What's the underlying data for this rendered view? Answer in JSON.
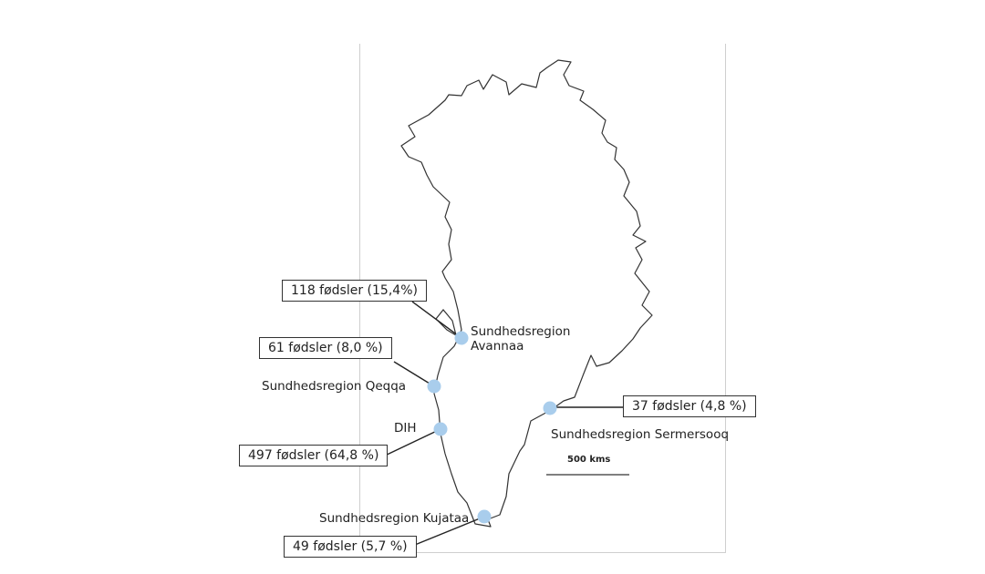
{
  "regions": [
    {
      "id": "avannaa",
      "name_line1": "Sundhedsregion",
      "name_line2": "Avannaa",
      "births": "118 fødsler (15,4%)"
    },
    {
      "id": "qeqqa",
      "name_line1": "Sundhedsregion Qeqqa",
      "births": "61 fødsler (8,0 %)"
    },
    {
      "id": "dih",
      "name_line1": "DIH",
      "births": "497 fødsler (64,8 %)"
    },
    {
      "id": "kujataa",
      "name_line1": "Sundhedsregion Kujataa",
      "births": "49 fødsler (5,7 %)"
    },
    {
      "id": "sermersooq",
      "name_line1": "Sundhedsregion Sermersooq",
      "births": "37 fødsler (4,8 %)"
    }
  ],
  "scale_bar": {
    "label": "500 kms"
  },
  "colors": {
    "marker": "#a9cdec",
    "outline": "#333333",
    "frame": "#cfcfcf"
  }
}
